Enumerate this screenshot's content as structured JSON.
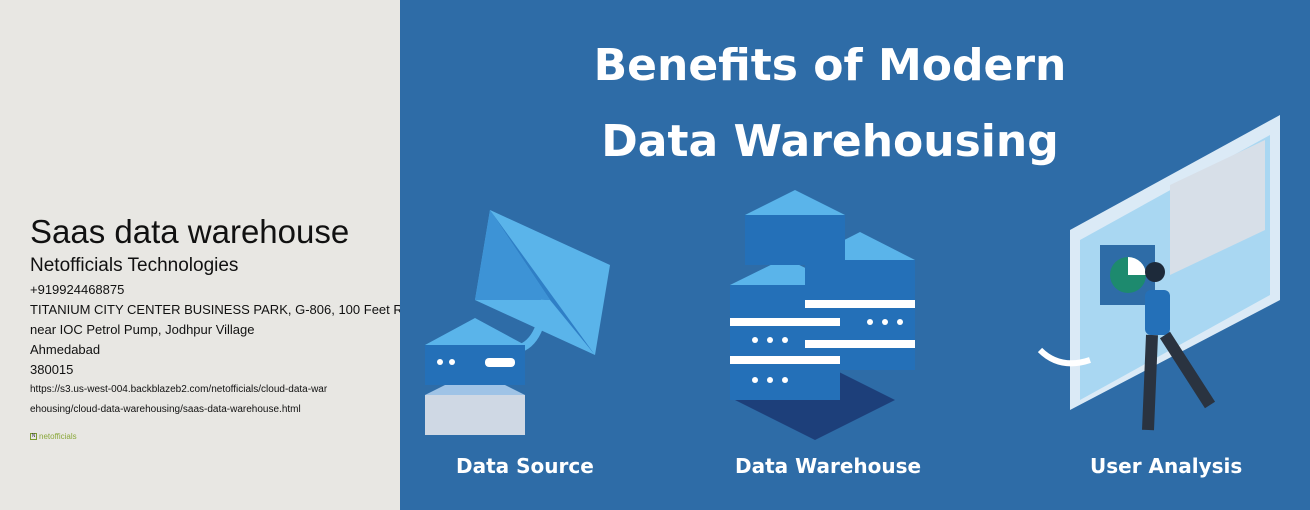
{
  "info": {
    "title": "Saas data warehouse",
    "company": "Netofficials Technologies",
    "phone": "+919924468875",
    "address1": "TITANIUM CITY CENTER BUSINESS PARK, G-806, 100 Feet R",
    "address2": "near IOC Petrol Pump, Jodhpur Village",
    "city": "Ahmedabad",
    "zip": "380015",
    "url1": "https://s3.us-west-004.backblazeb2.com/netofficials/cloud-data-war",
    "url2": "ehousing/cloud-data-warehousing/saas-data-warehouse.html",
    "logo": "netofficials"
  },
  "banner": {
    "title_line1": "Benefits of Modern",
    "title_line2": "Data Warehousing",
    "captions": [
      "Data Source",
      "Data Warehouse",
      "User Analysis"
    ],
    "bg": "#2e6ca7"
  }
}
